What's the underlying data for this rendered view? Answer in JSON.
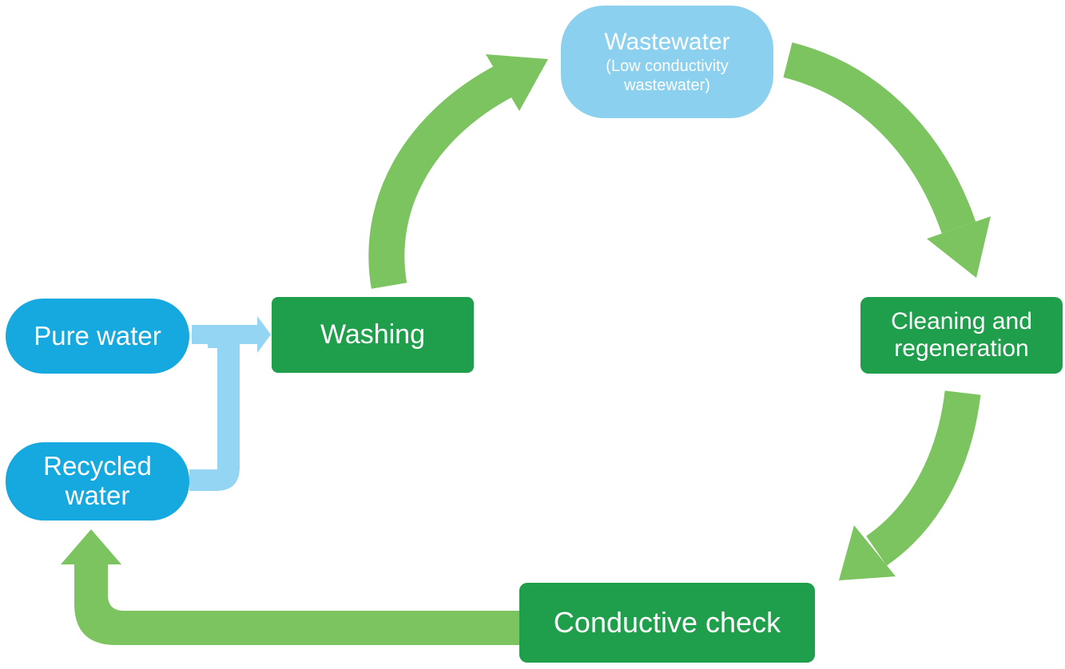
{
  "diagram": {
    "type": "cycle-flow-diagram",
    "background": "#FFFFFF",
    "colors": {
      "green_node": "#1F9E4B",
      "cyan_node": "#16A9DF",
      "light_blue_node": "#8BD0EE",
      "green_arrow": "#7BC45F",
      "blue_arrow": "#93D5F2",
      "label_text": "#FFFFFF"
    },
    "nodes": [
      {
        "id": "pure-water",
        "label": "Pure water"
      },
      {
        "id": "recycled-water",
        "label": "Recycled water"
      },
      {
        "id": "washing",
        "label": "Washing"
      },
      {
        "id": "wastewater",
        "label": "Wastewater",
        "sublabel": "(Low conductivity wastewater)"
      },
      {
        "id": "cleaning-regeneration",
        "label": "Cleaning and regeneration"
      },
      {
        "id": "conductive-check",
        "label": "Conductive check"
      }
    ],
    "edges": [
      {
        "from": "Pure water",
        "to": "Washing",
        "style": "blue"
      },
      {
        "from": "Recycled water",
        "to": "Washing",
        "style": "blue"
      },
      {
        "from": "Washing",
        "to": "Wastewater (Low conductivity wastewater)",
        "style": "green"
      },
      {
        "from": "Wastewater (Low conductivity wastewater)",
        "to": "Cleaning and regeneration",
        "style": "green"
      },
      {
        "from": "Cleaning and regeneration",
        "to": "Conductive check",
        "style": "green"
      },
      {
        "from": "Conductive check",
        "to": "Recycled water",
        "style": "green"
      }
    ]
  }
}
